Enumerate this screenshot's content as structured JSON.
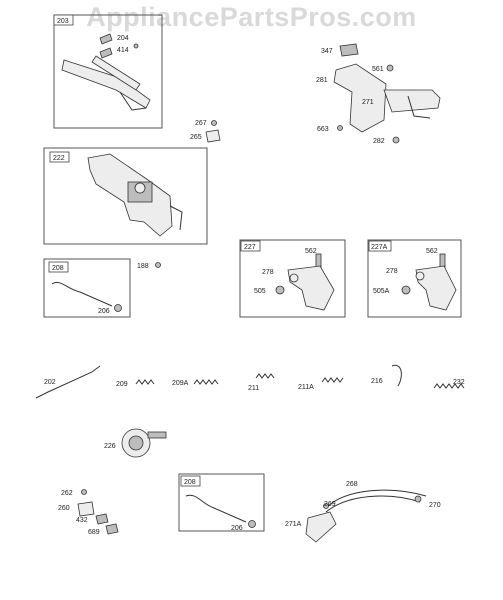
{
  "watermark": "AppliancePartsPros.com",
  "groups": [
    {
      "id": "g203",
      "tag": "203"
    },
    {
      "id": "g222",
      "tag": "222"
    },
    {
      "id": "g208a",
      "tag": "208"
    },
    {
      "id": "g227",
      "tag": "227"
    },
    {
      "id": "g227a",
      "tag": "227A"
    },
    {
      "id": "g208b",
      "tag": "208"
    }
  ],
  "callouts": [
    {
      "id": "c204",
      "label": "204"
    },
    {
      "id": "c414",
      "label": "414"
    },
    {
      "id": "c347",
      "label": "347"
    },
    {
      "id": "c281",
      "label": "281"
    },
    {
      "id": "c561",
      "label": "561"
    },
    {
      "id": "c271",
      "label": "271"
    },
    {
      "id": "c663",
      "label": "663"
    },
    {
      "id": "c282",
      "label": "282"
    },
    {
      "id": "c267",
      "label": "267"
    },
    {
      "id": "c265",
      "label": "265"
    },
    {
      "id": "c188",
      "label": "188"
    },
    {
      "id": "c206a",
      "label": "206"
    },
    {
      "id": "c562a",
      "label": "562"
    },
    {
      "id": "c278a",
      "label": "278"
    },
    {
      "id": "c505",
      "label": "505"
    },
    {
      "id": "c562b",
      "label": "562"
    },
    {
      "id": "c278b",
      "label": "278"
    },
    {
      "id": "c505a",
      "label": "505A"
    },
    {
      "id": "c202",
      "label": "202"
    },
    {
      "id": "c209",
      "label": "209"
    },
    {
      "id": "c209a",
      "label": "209A"
    },
    {
      "id": "c211",
      "label": "211"
    },
    {
      "id": "c211a",
      "label": "211A"
    },
    {
      "id": "c216",
      "label": "216"
    },
    {
      "id": "c232",
      "label": "232"
    },
    {
      "id": "c226",
      "label": "226"
    },
    {
      "id": "c262",
      "label": "262"
    },
    {
      "id": "c260",
      "label": "260"
    },
    {
      "id": "c432",
      "label": "432"
    },
    {
      "id": "c689",
      "label": "689"
    },
    {
      "id": "c206b",
      "label": "206"
    },
    {
      "id": "c268",
      "label": "268"
    },
    {
      "id": "c269",
      "label": "269"
    },
    {
      "id": "c270",
      "label": "270"
    },
    {
      "id": "c271a",
      "label": "271A"
    }
  ]
}
